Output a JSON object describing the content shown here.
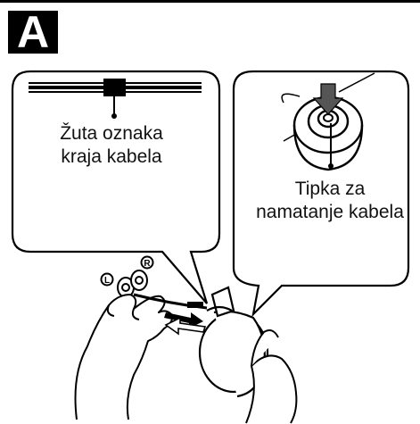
{
  "figure": {
    "letter": "A",
    "left_callout": {
      "line1": "Žuta oznaka",
      "line2": "kraja kabela"
    },
    "right_callout": {
      "line1": "Tipka za",
      "line2": "namatanje kabela"
    },
    "earbud_left_mark": "L",
    "earbud_right_mark": "R"
  },
  "colors": {
    "ink": "#000000",
    "paper": "#ffffff",
    "shade": "#cfcfcf"
  }
}
